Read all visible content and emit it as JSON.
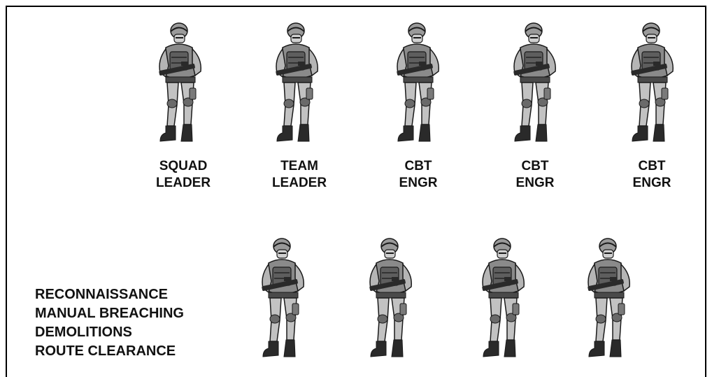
{
  "colors": {
    "ink": "#1a1a1a",
    "fill_light": "#cfcfcf",
    "fill_mid": "#8a8a8a",
    "border": "#000000"
  },
  "top_row": [
    {
      "line1": "SQUAD",
      "line2": "LEADER",
      "icon": "soldier-icon"
    },
    {
      "line1": "TEAM",
      "line2": "LEADER",
      "icon": "soldier-icon"
    },
    {
      "line1": "CBT",
      "line2": "ENGR",
      "icon": "soldier-icon"
    },
    {
      "line1": "CBT",
      "line2": "ENGR",
      "icon": "soldier-icon"
    },
    {
      "line1": "CBT",
      "line2": "ENGR",
      "icon": "soldier-icon"
    }
  ],
  "bottom_row": [
    {
      "icon": "soldier-icon"
    },
    {
      "icon": "soldier-icon"
    },
    {
      "icon": "soldier-icon"
    },
    {
      "icon": "soldier-icon"
    }
  ],
  "tasks": [
    "RECONNAISSANCE",
    "MANUAL BREACHING",
    "DEMOLITIONS",
    "ROUTE CLEARANCE"
  ]
}
